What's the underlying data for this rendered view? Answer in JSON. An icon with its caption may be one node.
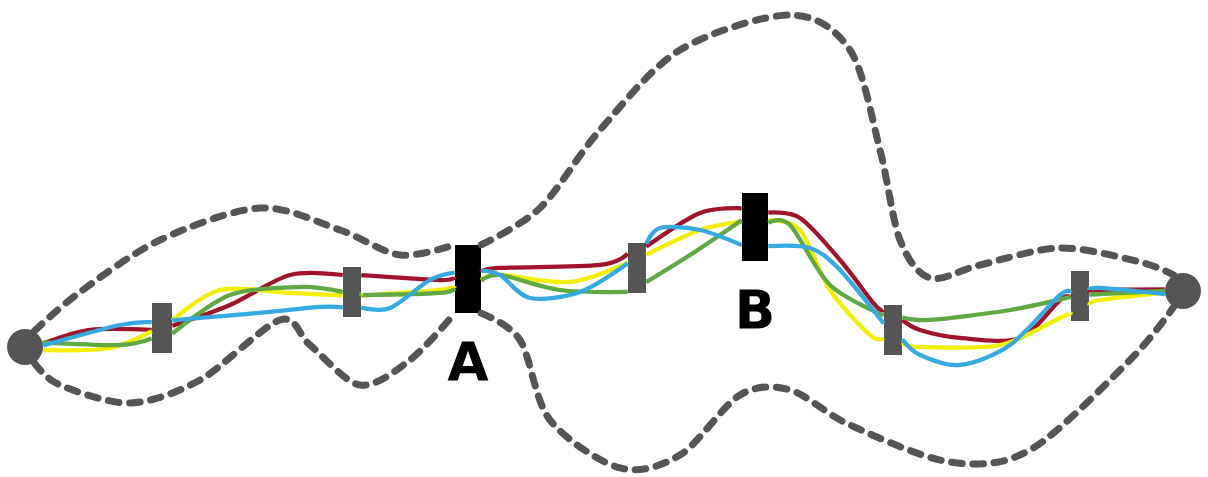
{
  "diagram": {
    "nodes": [
      {
        "text": [],
        "shape": "circle"
      },
      {
        "text": [],
        "shape": "bar"
      },
      {
        "text": [],
        "shape": "bar"
      },
      {
        "text": [],
        "shape": "bar",
        "beside": [
          "A"
        ]
      },
      {
        "text": [],
        "shape": "bar"
      },
      {
        "text": [],
        "shape": "bar",
        "beside": [
          "B"
        ]
      },
      {
        "text": [],
        "shape": "bar"
      },
      {
        "text": [],
        "shape": "bar"
      },
      {
        "text": [],
        "shape": "circle"
      }
    ],
    "edges": [
      {
        "from": 0,
        "to": 1,
        "arrow": "none",
        "color": "#a0132a"
      },
      {
        "from": 1,
        "to": 2,
        "arrow": "none",
        "color": "#a0132a"
      },
      {
        "from": 2,
        "to": 3,
        "arrow": "none",
        "color": "#a0132a"
      },
      {
        "from": 3,
        "to": 4,
        "arrow": "none",
        "color": "#a0132a"
      },
      {
        "from": 4,
        "to": 5,
        "arrow": "none",
        "color": "#a0132a"
      },
      {
        "from": 5,
        "to": 6,
        "arrow": "none",
        "color": "#a0132a"
      },
      {
        "from": 6,
        "to": 7,
        "arrow": "none",
        "color": "#a0132a"
      },
      {
        "from": 7,
        "to": 8,
        "arrow": "none",
        "color": "#a0132a"
      },
      {
        "from": 0,
        "to": 1,
        "arrow": "none",
        "color": "#f2ef00"
      },
      {
        "from": 1,
        "to": 2,
        "arrow": "none",
        "color": "#f2ef00"
      },
      {
        "from": 2,
        "to": 3,
        "arrow": "none",
        "color": "#f2ef00"
      },
      {
        "from": 3,
        "to": 4,
        "arrow": "none",
        "color": "#f2ef00"
      },
      {
        "from": 4,
        "to": 5,
        "arrow": "none",
        "color": "#f2ef00"
      },
      {
        "from": 5,
        "to": 6,
        "arrow": "none",
        "color": "#f2ef00"
      },
      {
        "from": 6,
        "to": 7,
        "arrow": "none",
        "color": "#f2ef00"
      },
      {
        "from": 7,
        "to": 8,
        "arrow": "none",
        "color": "#f2ef00"
      },
      {
        "from": 0,
        "to": 1,
        "arrow": "none",
        "color": "#5fa843"
      },
      {
        "from": 1,
        "to": 2,
        "arrow": "none",
        "color": "#5fa843"
      },
      {
        "from": 2,
        "to": 3,
        "arrow": "none",
        "color": "#5fa843"
      },
      {
        "from": 3,
        "to": 4,
        "arrow": "none",
        "color": "#5fa843"
      },
      {
        "from": 4,
        "to": 5,
        "arrow": "none",
        "color": "#5fa843"
      },
      {
        "from": 5,
        "to": 6,
        "arrow": "none",
        "color": "#5fa843"
      },
      {
        "from": 6,
        "to": 7,
        "arrow": "none",
        "color": "#5fa843"
      },
      {
        "from": 7,
        "to": 8,
        "arrow": "none",
        "color": "#5fa843"
      },
      {
        "from": 0,
        "to": 1,
        "arrow": "none",
        "color": "#36a9e1"
      },
      {
        "from": 1,
        "to": 2,
        "arrow": "none",
        "color": "#36a9e1"
      },
      {
        "from": 2,
        "to": 3,
        "arrow": "none",
        "color": "#36a9e1"
      },
      {
        "from": 3,
        "to": 4,
        "arrow": "none",
        "color": "#36a9e1"
      },
      {
        "from": 4,
        "to": 5,
        "arrow": "none",
        "color": "#36a9e1"
      },
      {
        "from": 5,
        "to": 6,
        "arrow": "none",
        "color": "#36a9e1"
      },
      {
        "from": 6,
        "to": 7,
        "arrow": "none",
        "color": "#36a9e1"
      },
      {
        "from": 7,
        "to": 8,
        "arrow": "none",
        "color": "#36a9e1"
      },
      {
        "from": 0,
        "to": 3,
        "arrow": "none",
        "style": "dashed",
        "color": "#555555"
      },
      {
        "from": 3,
        "to": 8,
        "arrow": "none",
        "style": "dashed",
        "color": "#555555"
      },
      {
        "from": 0,
        "to": 3,
        "arrow": "none",
        "style": "dashed",
        "color": "#555555"
      },
      {
        "from": 3,
        "to": 8,
        "arrow": "none",
        "style": "dashed",
        "color": "#555555"
      }
    ]
  }
}
